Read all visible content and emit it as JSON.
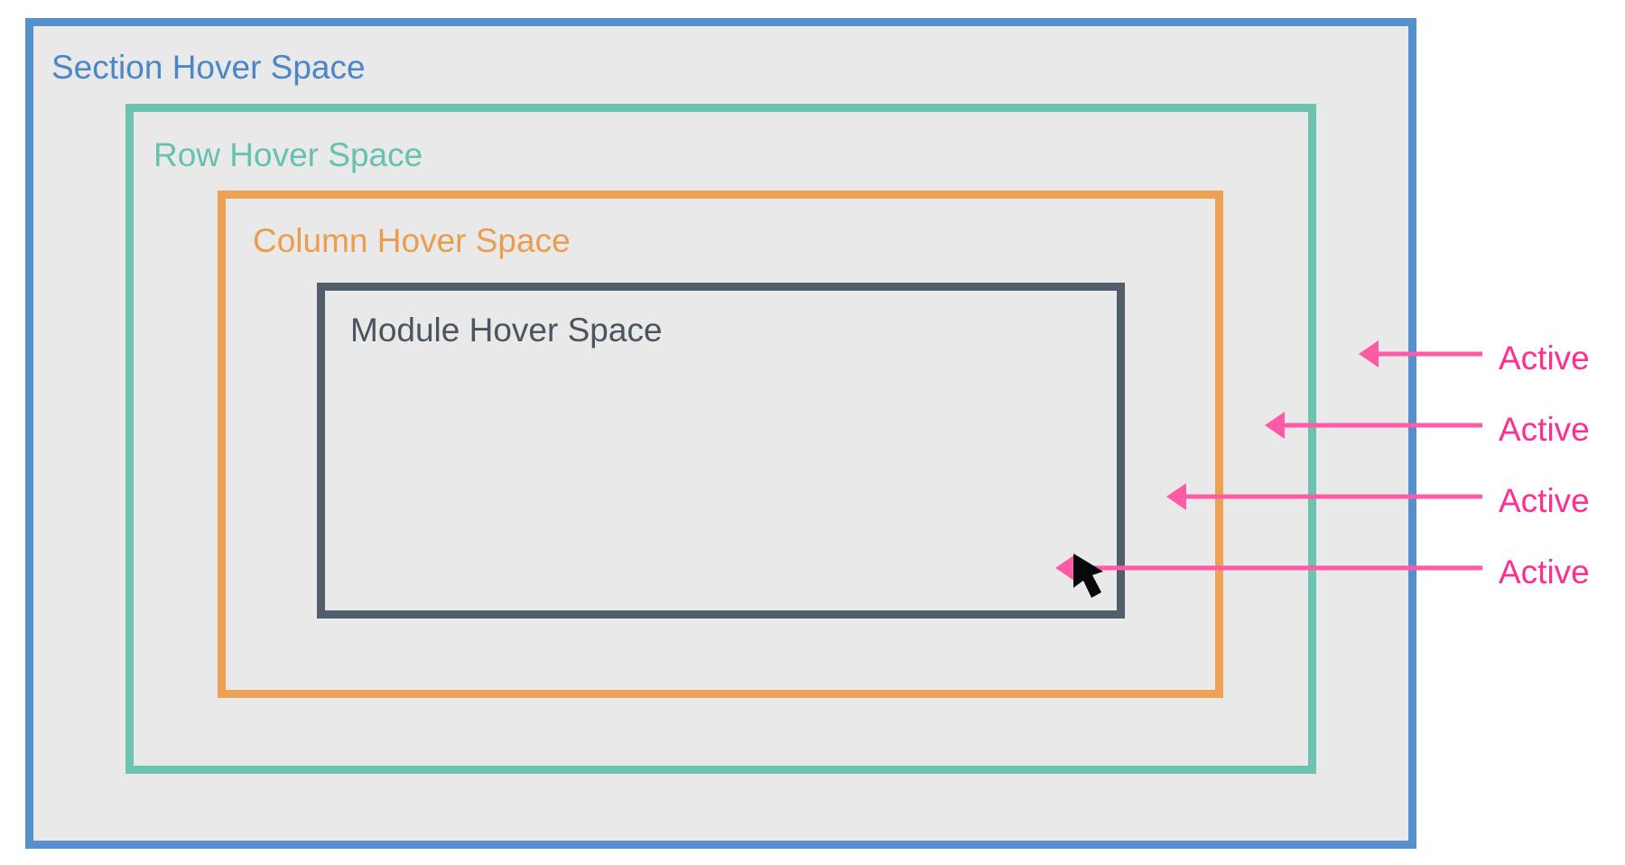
{
  "labels": {
    "section": "Section Hover Space",
    "row": "Row Hover Space",
    "column": "Column Hover Space",
    "module": "Module Hover Space"
  },
  "indicators": [
    {
      "label": "Active",
      "target": "section"
    },
    {
      "label": "Active",
      "target": "row"
    },
    {
      "label": "Active",
      "target": "column"
    },
    {
      "label": "Active",
      "target": "module"
    }
  ],
  "colors": {
    "section": "#5590cc",
    "row": "#6cc3b0",
    "column": "#eca153",
    "module": "#525e6b",
    "active": "#ff5aa5",
    "background": "#e9e9e9"
  },
  "cursor_icon": "mouse-pointer-icon"
}
